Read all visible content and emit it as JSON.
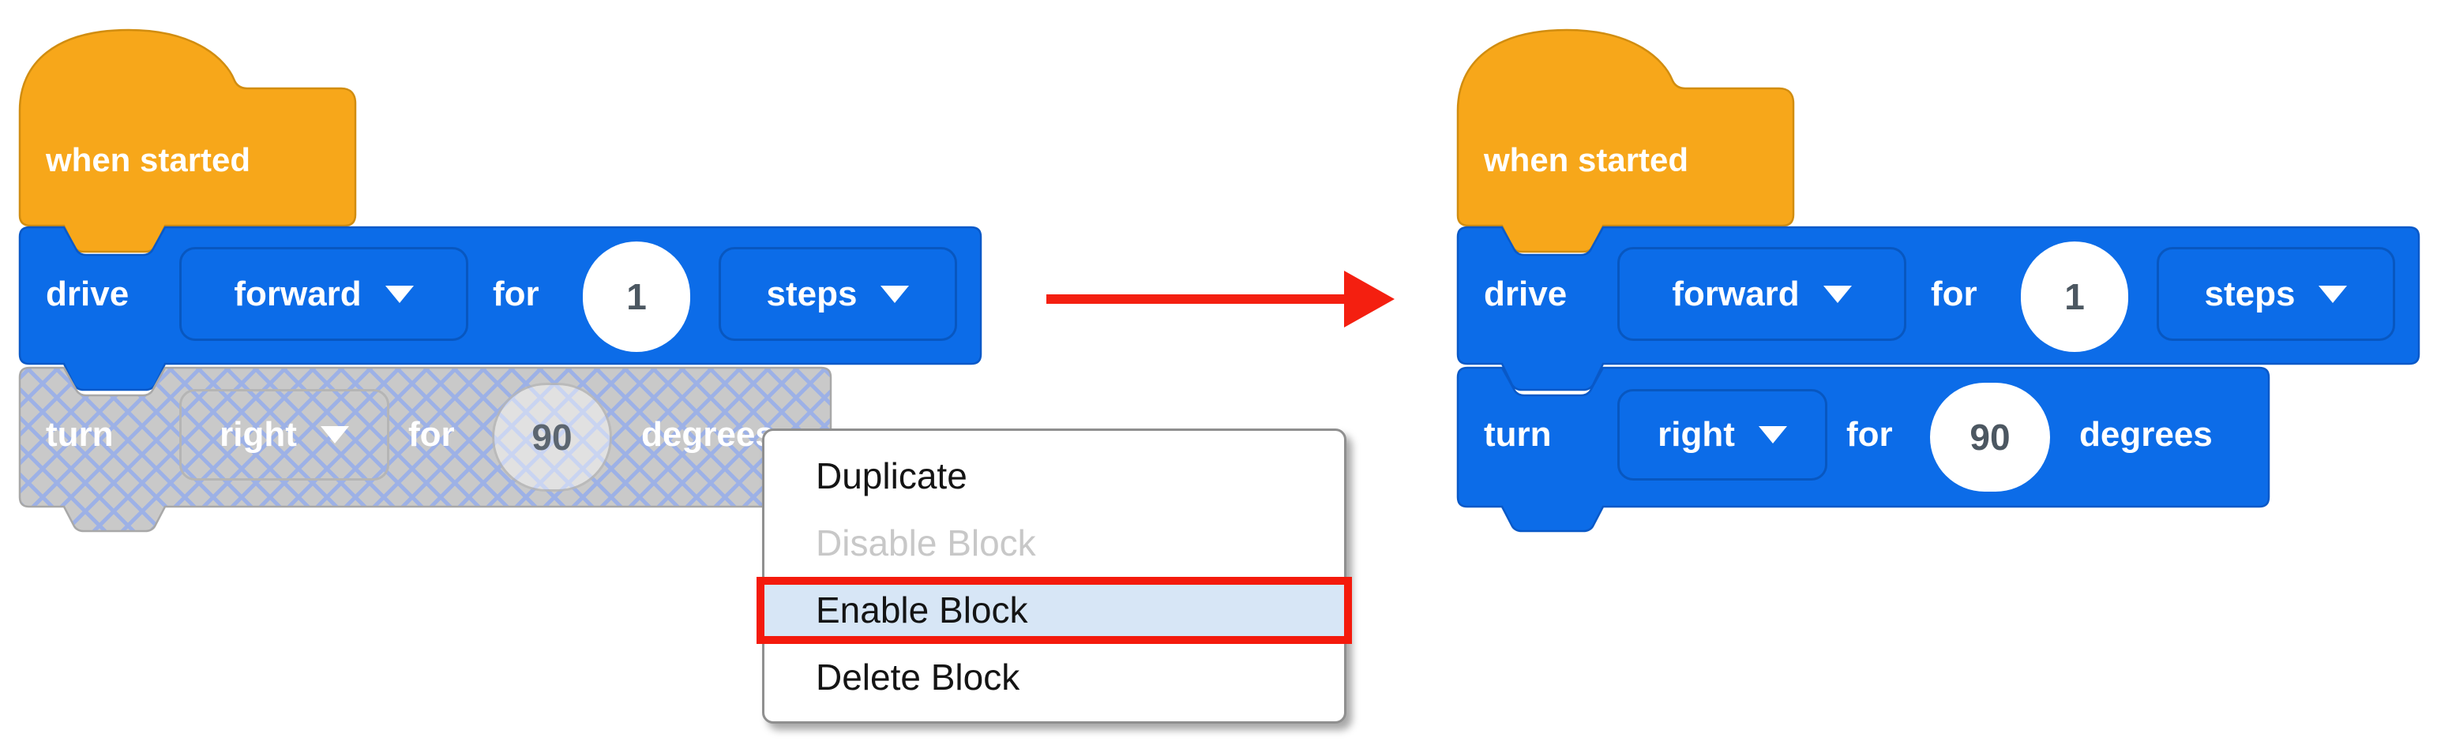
{
  "colors": {
    "block_blue": "#0c6ce8",
    "block_orange": "#f7a71a",
    "disabled_gray": "#c9c9c9",
    "hatch_line_blue": "#9db1e6",
    "menu_highlight_blue": "#d7e6f6",
    "highlight_red": "#f41a0c",
    "arrow_red": "#f41f10",
    "value_text": "#4c5761"
  },
  "before": {
    "hat_label": "when started",
    "drive": {
      "verb": "drive",
      "direction": "forward",
      "for_label": "for",
      "distance": "1",
      "unit": "steps"
    },
    "turn": {
      "verb": "turn",
      "direction": "right",
      "for_label": "for",
      "angle": "90",
      "unit": "degrees",
      "state": "disabled"
    }
  },
  "after": {
    "hat_label": "when started",
    "drive": {
      "verb": "drive",
      "direction": "forward",
      "for_label": "for",
      "distance": "1",
      "unit": "steps"
    },
    "turn": {
      "verb": "turn",
      "direction": "right",
      "for_label": "for",
      "angle": "90",
      "unit": "degrees",
      "state": "enabled"
    }
  },
  "context_menu": {
    "items": [
      {
        "label": "Duplicate",
        "state": "normal"
      },
      {
        "label": "Disable Block",
        "state": "disabled"
      },
      {
        "label": "Enable Block",
        "state": "highlighted"
      },
      {
        "label": "Delete Block",
        "state": "normal"
      }
    ]
  },
  "transition_arrow": {
    "direction": "right",
    "color": "#f41f10"
  }
}
